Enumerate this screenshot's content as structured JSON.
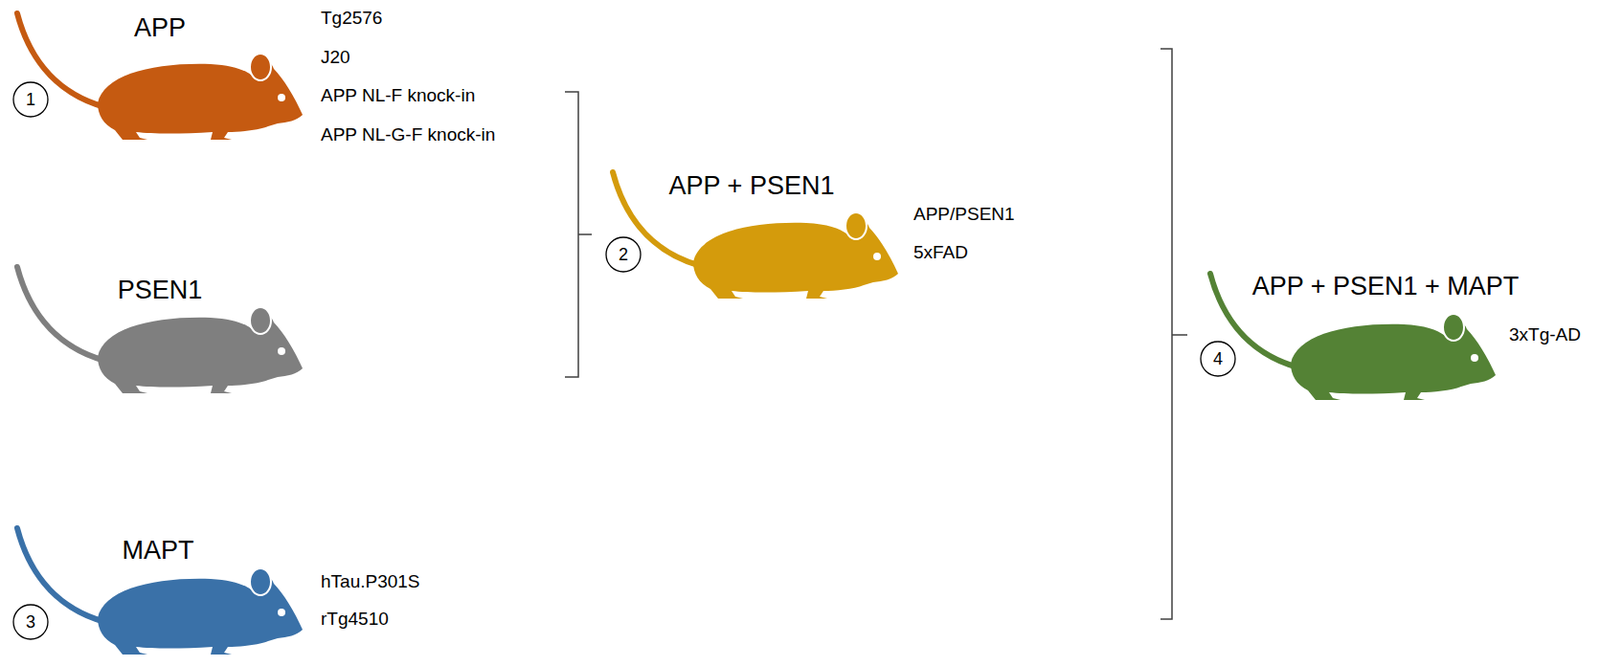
{
  "diagram": {
    "nodes": [
      {
        "text": [
          "APP"
        ]
      },
      {
        "text": [
          "PSEN1"
        ]
      },
      {
        "text": [
          "APP + PSEN1"
        ]
      },
      {
        "text": [
          "MAPT"
        ]
      },
      {
        "text": [
          "APP + PSEN1 + MAPT"
        ]
      }
    ],
    "labels": [
      "Tg2576",
      "J20",
      "APP NL-F knock-in",
      "APP NL-G-F knock-in",
      "1",
      "APP/PSEN1",
      "5xFAD",
      "2",
      "hTau.P301S",
      "rTg4510",
      "3",
      "3xTg-AD",
      "4"
    ]
  }
}
